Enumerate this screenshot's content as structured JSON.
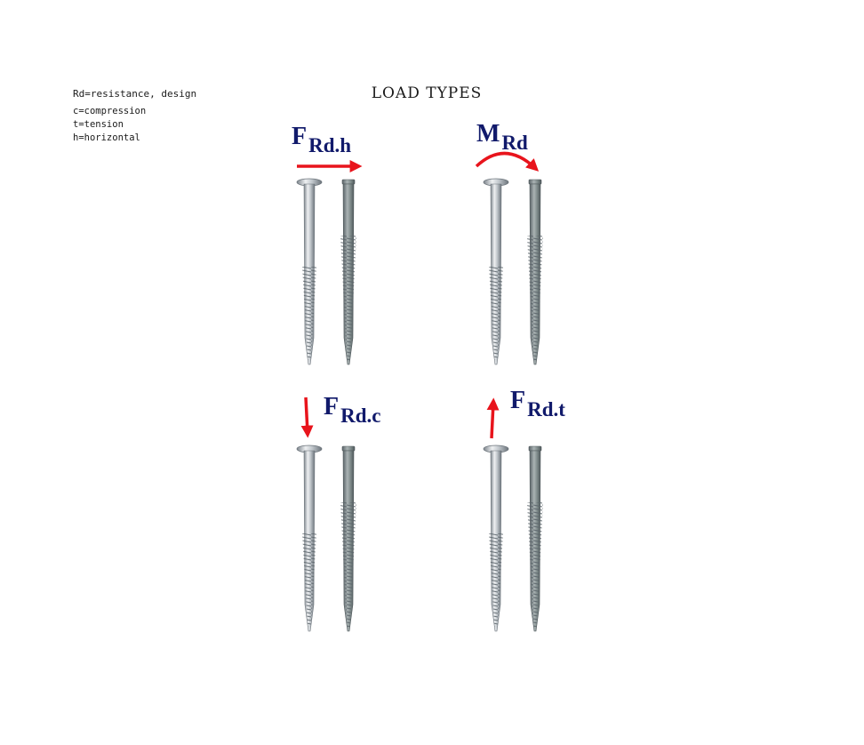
{
  "legend": {
    "title": "Rd=resistance, design",
    "items": [
      "c=compression",
      "t=tension",
      "h=horizontal"
    ]
  },
  "title": "LOAD TYPES",
  "colors": {
    "arrow": "#e8141c",
    "label": "#111a6b",
    "steel_light": "#e6e9ec",
    "steel_dark": "#7d858c"
  },
  "panels": [
    {
      "id": "horizontal",
      "symbol": "F",
      "subscript": "Rd.h",
      "load": "horizontal-arrow"
    },
    {
      "id": "moment",
      "symbol": "M",
      "subscript": "Rd",
      "load": "moment-arc-arrow"
    },
    {
      "id": "compression",
      "symbol": "F",
      "subscript": "Rd.c",
      "load": "down-arrow"
    },
    {
      "id": "tension",
      "symbol": "F",
      "subscript": "Rd.t",
      "load": "up-arrow"
    }
  ]
}
